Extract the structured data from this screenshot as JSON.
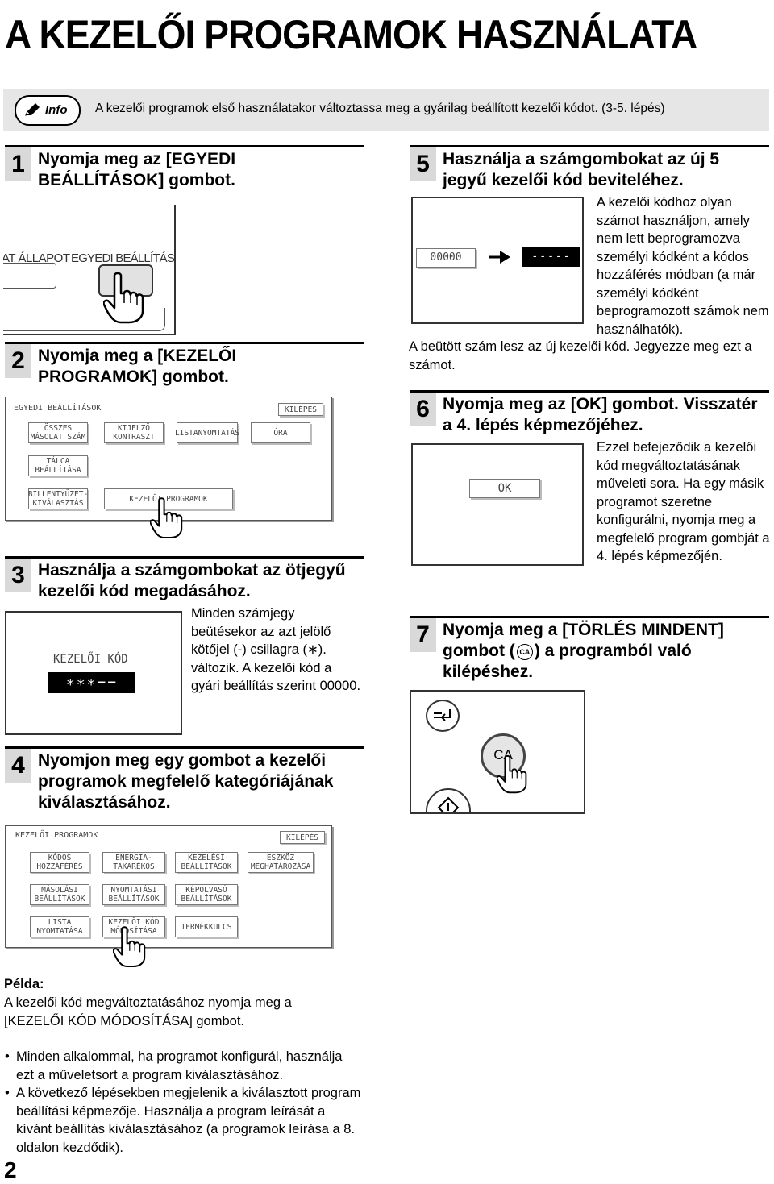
{
  "page_title": "A KEZELŐI PROGRAMOK HASZNÁLATA",
  "info": {
    "badge_label": "Info",
    "text": "A kezelői programok első használatakor változtassa meg a gyárilag beállított kezelői kódot. (3-5. lépés)"
  },
  "steps": [
    {
      "num": "1",
      "text": "Nyomja meg az [EGYEDI BEÁLLÍTÁSOK] gombot."
    },
    {
      "num": "2",
      "text": "Nyomja meg a [KEZELŐI PROGRAMOK] gombot."
    },
    {
      "num": "3",
      "text": "Használja a számgombokat az ötjegyű kezelői kód megadásához."
    },
    {
      "num": "4",
      "text": "Nyomjon meg egy gombot a kezelői programok megfelelő kategóriájának kiválasztásához."
    },
    {
      "num": "5",
      "text": "Használja a számgombokat az új 5 jegyű kezelői kód beviteléhez."
    },
    {
      "num": "6",
      "text": "Nyomja meg az [OK] gombot. Visszatér a 4. lépés képmezőjéhez."
    },
    {
      "num": "7",
      "text_before": "Nyomja meg a [TÖRLÉS MINDENT] gombot (",
      "icon_label": "CA",
      "text_after": ") a programból való kilépéshez."
    }
  ],
  "step1_panel": {
    "tab1": "AT ÁLLAPOT",
    "tab2": "EGYEDI BEÁLLÍTÁSOK"
  },
  "step2_panel": {
    "title": "EGYEDI BEÁLLÍTÁSOK",
    "exit": "KILÉPÉS",
    "buttons": [
      "ÖSSZES\nMÁSOLAT SZÁM",
      "KIJELZŐ\nKONTRASZT",
      "LISTANYOMTATÁS",
      "ÓRA",
      "TÁLCA\nBEÁLLÍTÁSA",
      "BILLENTYŰZET-\nKIVÁLASZTÁS",
      "KEZELŐI PROGRAMOK"
    ]
  },
  "step3": {
    "panel_label": "KEZELŐI KÓD",
    "code_display": "∗∗∗−−",
    "text": "Minden számjegy beütésekor az azt jelölő kötőjel (-) csillagra (∗). változik. A kezelői kód a gyári beállítás szerint 00000."
  },
  "step4_panel": {
    "title": "KEZELŐI PROGRAMOK",
    "exit": "KILÉPÉS",
    "buttons": [
      "KÓDOS\nHOZZÁFÉRÉS",
      "ENERGIA-\nTAKARÉKOS",
      "KEZELÉSI\nBEÁLLÍTÁSOK",
      "ESZKÖZ\nMEGHATÁROZÁSA",
      "MÁSOLÁSI\nBEÁLLÍTÁSOK",
      "NYOMTATÁSI\nBEÁLLÍTÁSOK",
      "KÉPOLVASÓ\nBEÁLLÍTÁSOK",
      "LISTA\nNYOMTATÁSA",
      "KEZELŐI KÓD\nMÓDOSÍTÁSA",
      "TERMÉKKULCS"
    ]
  },
  "example": {
    "label": "Példa:",
    "text": "A kezelői kód megváltoztatásához nyomja meg a [KEZELŐI KÓD MÓDOSÍTÁSA] gombot."
  },
  "notes": [
    "Minden alkalommal, ha programot konfigurál, használja ezt a műveletsort a program kiválasztásához.",
    "A következő lépésekben megjelenik a kiválasztott program beállítási képmezője. Használja a program leírását a kívánt beállítás kiválasztásához (a programok leírása a 8. oldalon kezdődik)."
  ],
  "step5": {
    "old_code": "00000",
    "new_code": "-----",
    "text": "A kezelői kódhoz olyan számot használjon, amely nem lett beprogramozva személyi kódként a kódos hozzáférés módban (a már személyi kódként beprogramozott számok nem használhatók).",
    "text2": "A beütött szám lesz az új kezelői kód. Jegyezze meg ezt a számot."
  },
  "step6": {
    "ok_label": "OK",
    "text": "Ezzel befejeződik a kezelői kód megváltoztatásának műveleti sora. Ha egy másik programot szeretne konfigurálni, nyomja meg a megfelelő program gombját a 4. lépés képmezőjén."
  },
  "step7_panel": {
    "ca_label": "CA"
  },
  "page_number": "2"
}
